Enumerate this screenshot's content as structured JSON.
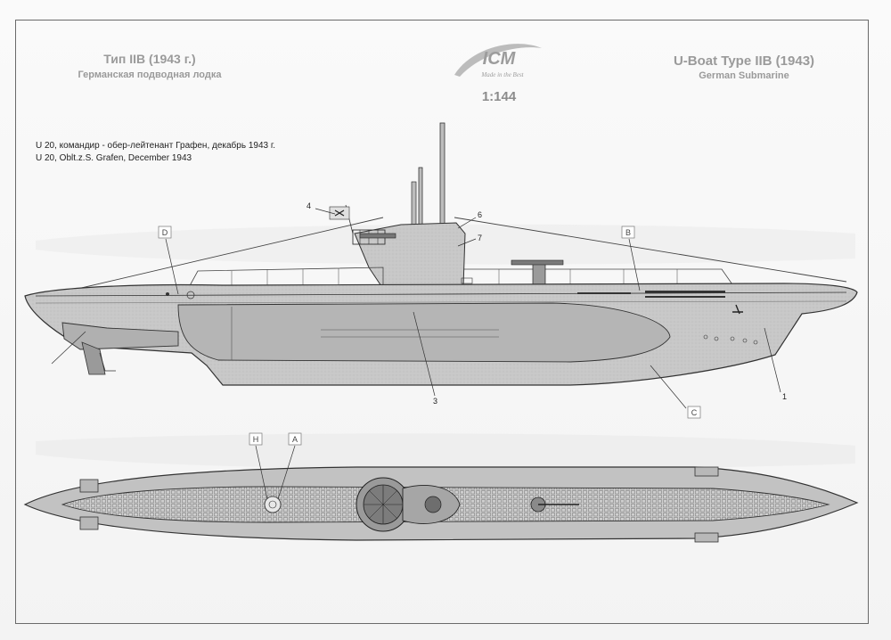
{
  "header": {
    "title_ru": "Тип IIB (1943 г.)",
    "subtitle_ru": "Германская подводная лодка",
    "title_en": "U-Boat Type IIB (1943)",
    "subtitle_en": "German Submarine",
    "brand": "ICM",
    "brand_tagline": "Made in the Best",
    "scale": "1:144"
  },
  "caption": {
    "ru": "U 20, командир - обер-лейтенант Графен, декабрь 1943 г.",
    "en": "U 20, Oblt.z.S. Grafen, December 1943"
  },
  "callouts": {
    "letters": [
      "D",
      "B",
      "C",
      "H",
      "A"
    ],
    "numbers": [
      "1",
      "3",
      "4",
      "6",
      "7"
    ]
  },
  "colors": {
    "hull_grey": "#c6c6c6",
    "hull_dark": "#a9a9a9",
    "line": "#3a3a3a",
    "label_grey": "#9a9a9a"
  }
}
